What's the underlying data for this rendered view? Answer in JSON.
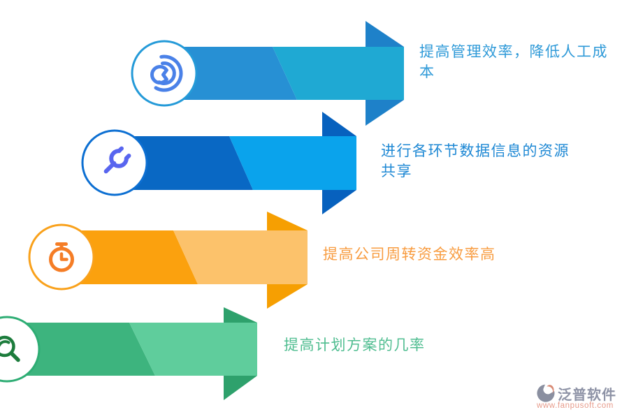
{
  "page": {
    "background": "#ffffff"
  },
  "rows": [
    {
      "label": "提高管理效率，降低人工成本",
      "icon": "pie-chart-icon",
      "colors": {
        "band_left": "#2790D4",
        "band_right": "#1FA9D3",
        "head": "#1E81C9",
        "ring": "#249AD8",
        "icon": "#4A81E8",
        "text": "#2F9AD8"
      }
    },
    {
      "label": "进行各环节数据信息的资源共享",
      "icon": "wrench-icon",
      "colors": {
        "band_left": "#0968C4",
        "band_right": "#0AA3EC",
        "head": "#0761BE",
        "ring": "#0C6FD2",
        "icon": "#5865EF",
        "text": "#1E88D4"
      }
    },
    {
      "label": "提高公司周转资金效率高",
      "icon": "stopwatch-icon",
      "colors": {
        "band_left": "#FBA10E",
        "band_right": "#FCC26B",
        "head": "#F69F02",
        "ring": "#F9A11B",
        "icon": "#F57D26",
        "text": "#F89C40"
      }
    },
    {
      "label": "提高计划方案的几率",
      "icon": "magnifier-icon",
      "colors": {
        "band_left": "#3DB47E",
        "band_right": "#5FCD9C",
        "head": "#2EA16C",
        "ring": "#2EAD74",
        "icon": "#1C7C3C",
        "text": "#4FBD90"
      }
    }
  ],
  "logo": {
    "name": "泛普软件",
    "url": "www.fanpusoft.com",
    "name_color": "#8E93A6",
    "url_color": "#E79B8B",
    "mark_gray": "#8A8FA0",
    "mark_accent": "#D98B75"
  }
}
